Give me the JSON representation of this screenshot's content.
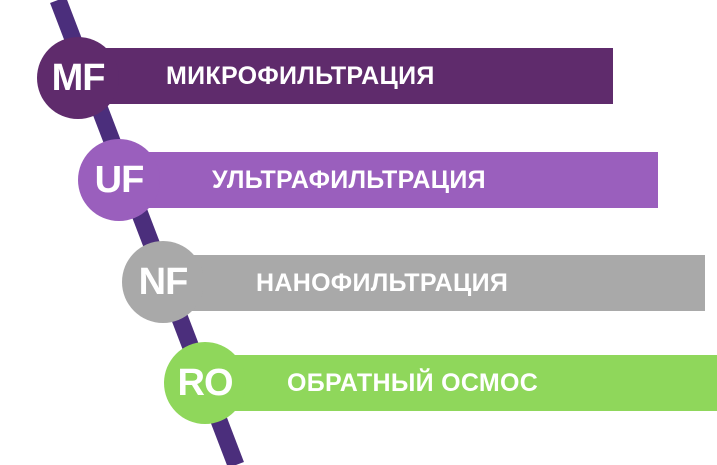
{
  "stages": [
    {
      "abbr": "MF",
      "label": "МИКРОФИЛЬТРАЦИЯ",
      "color": "#5f2b6c"
    },
    {
      "abbr": "UF",
      "label": "УЛЬТРАФИЛЬТРАЦИЯ",
      "color": "#9a5fbd"
    },
    {
      "abbr": "NF",
      "label": "НАНОФИЛЬТРАЦИЯ",
      "color": "#a9a9a9"
    },
    {
      "abbr": "RO",
      "label": "ОБРАТНЫЙ ОСМОС",
      "color": "#8fd75b"
    }
  ],
  "line_color": "#4b2e7c"
}
